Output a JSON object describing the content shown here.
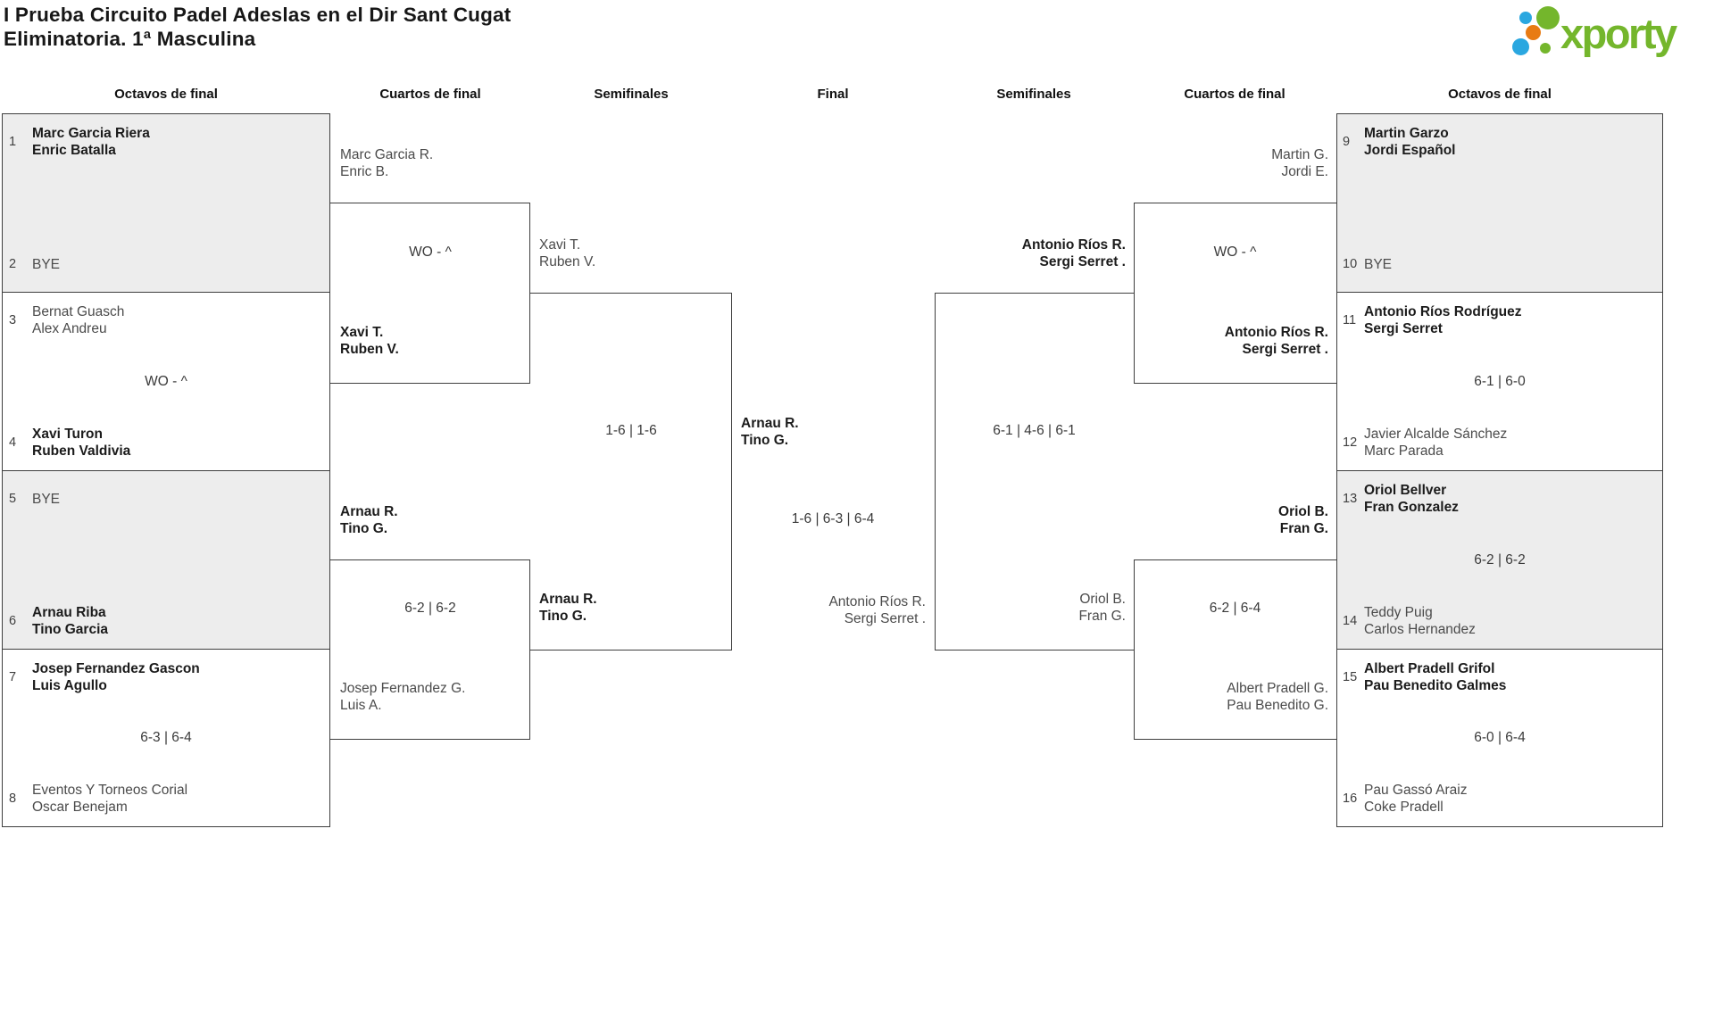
{
  "title": {
    "line1": "I Prueba Circuito Padel Adeslas en el Dir Sant Cugat",
    "line2": "Eliminatoria. 1ª Masculina"
  },
  "logo": {
    "text": "xporty"
  },
  "round_headers": [
    {
      "label": "Octavos de final"
    },
    {
      "label": "Cuartos de final"
    },
    {
      "label": "Semifinales"
    },
    {
      "label": "Final"
    },
    {
      "label": "Semifinales"
    },
    {
      "label": "Cuartos de final"
    },
    {
      "label": "Octavos de final"
    }
  ],
  "colors": {
    "border": "#3e3e3e",
    "box_fill_alt": "#ededed",
    "winner_text": "#1b1b1b",
    "loser_text": "#4b4b4b",
    "logo_green": "#74b62c",
    "logo_blue": "#2aa7e0",
    "logo_orange": "#e87b13"
  },
  "bracket": {
    "octavos_left": [
      {
        "seed_a": "1",
        "team_a": [
          "Marc Garcia Riera",
          "Enric Batalla"
        ],
        "winner": "a",
        "score": "",
        "seed_b": "2",
        "team_b": [
          "BYE"
        ]
      },
      {
        "seed_a": "3",
        "team_a": [
          "Bernat Guasch",
          "Alex Andreu"
        ],
        "winner": "b",
        "score": "WO - ^",
        "seed_b": "4",
        "team_b": [
          "Xavi Turon",
          "Ruben Valdivia"
        ]
      },
      {
        "seed_a": "5",
        "team_a": [
          "BYE"
        ],
        "winner": "b",
        "score": "",
        "seed_b": "6",
        "team_b": [
          "Arnau Riba",
          "Tino Garcia"
        ]
      },
      {
        "seed_a": "7",
        "team_a": [
          "Josep Fernandez Gascon",
          "Luis Agullo"
        ],
        "winner": "a",
        "score": "6-3 | 6-4",
        "seed_b": "8",
        "team_b": [
          "Eventos Y Torneos Corial",
          "Oscar Benejam"
        ]
      }
    ],
    "cuartos_left": [
      {
        "team_a": [
          "Marc Garcia R.",
          "Enric B."
        ],
        "winner": "b",
        "score": "WO - ^",
        "team_b": [
          "Xavi T.",
          "Ruben V."
        ]
      },
      {
        "team_a": [
          "Arnau R.",
          "Tino G."
        ],
        "winner": "a",
        "score": "6-2 | 6-2",
        "team_b": [
          "Josep Fernandez G.",
          "Luis A."
        ]
      }
    ],
    "semis_left": [
      {
        "team_a": [
          "Xavi T.",
          "Ruben V."
        ],
        "winner": "b",
        "score": "1-6 | 1-6",
        "team_b": [
          "Arnau R.",
          "Tino G."
        ]
      }
    ],
    "final": {
      "team_a": [
        "Arnau R.",
        "Tino G."
      ],
      "winner": "a",
      "score": "1-6 | 6-3 | 6-4",
      "team_b": [
        "Antonio Ríos R.",
        "Sergi Serret ."
      ]
    },
    "semis_right": [
      {
        "team_a": [
          "Antonio Ríos R.",
          "Sergi Serret ."
        ],
        "winner": "a",
        "score": "6-1 | 4-6 | 6-1",
        "team_b": [
          "Oriol B.",
          "Fran G."
        ]
      }
    ],
    "cuartos_right": [
      {
        "team_a": [
          "Martin G.",
          "Jordi E."
        ],
        "winner": "b",
        "score": "WO - ^",
        "team_b": [
          "Antonio Ríos R.",
          "Sergi Serret ."
        ]
      },
      {
        "team_a": [
          "Oriol B.",
          "Fran G."
        ],
        "winner": "a",
        "score": "6-2 | 6-4",
        "team_b": [
          "Albert Pradell G.",
          "Pau Benedito G."
        ]
      }
    ],
    "octavos_right": [
      {
        "seed_a": "9",
        "team_a": [
          "Martin Garzo",
          "Jordi Español"
        ],
        "winner": "a",
        "score": "",
        "seed_b": "10",
        "team_b": [
          "BYE"
        ]
      },
      {
        "seed_a": "11",
        "team_a": [
          "Antonio Ríos Rodríguez",
          "Sergi Serret"
        ],
        "winner": "a",
        "score": "6-1 | 6-0",
        "seed_b": "12",
        "team_b": [
          "Javier Alcalde Sánchez",
          "Marc Parada"
        ]
      },
      {
        "seed_a": "13",
        "team_a": [
          "Oriol Bellver",
          "Fran Gonzalez"
        ],
        "winner": "a",
        "score": "6-2 | 6-2",
        "seed_b": "14",
        "team_b": [
          "Teddy Puig",
          "Carlos Hernandez"
        ]
      },
      {
        "seed_a": "15",
        "team_a": [
          "Albert Pradell Grifol",
          "Pau Benedito Galmes"
        ],
        "winner": "a",
        "score": "6-0 | 6-4",
        "seed_b": "16",
        "team_b": [
          "Pau Gassó Araiz",
          "Coke Pradell"
        ]
      }
    ]
  }
}
